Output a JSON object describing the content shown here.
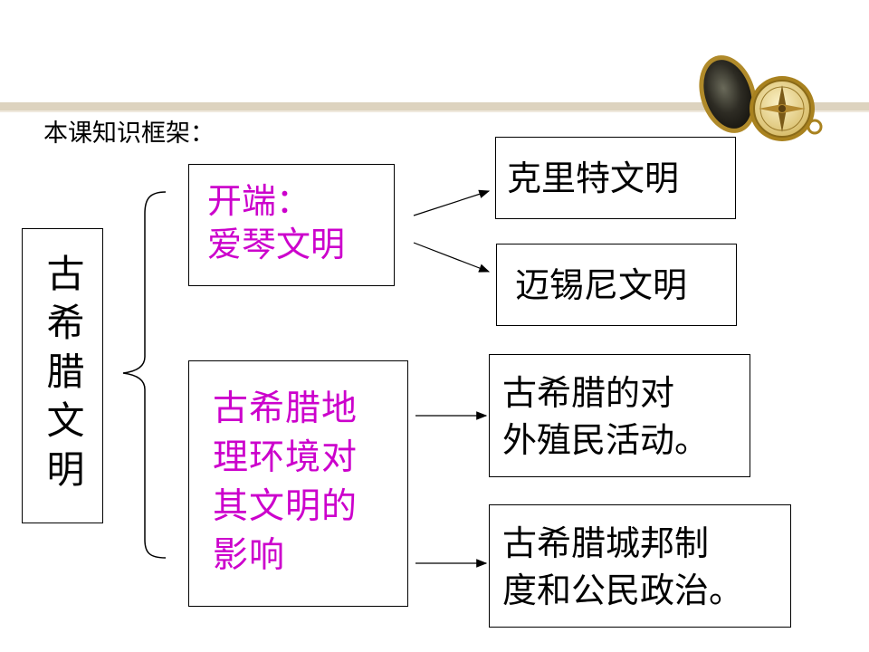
{
  "heading": "本课知识框架：",
  "root": {
    "label": "古希腊文明"
  },
  "branches": [
    {
      "label": "开端：\n爱琴文明",
      "children": [
        "克里特文明",
        "迈锡尼文明"
      ]
    },
    {
      "label": "古希腊地\n理环境对\n其文明的\n影响",
      "children": [
        "古希腊的对\n外殖民活动。",
        "古希腊城邦制\n度和公民政治。"
      ]
    }
  ],
  "colors": {
    "branch_text": "#cc00cc",
    "band": "#ddd3bf",
    "compass_brass": "#c9a23a"
  },
  "icons": {
    "decoration": "compass-icon"
  }
}
